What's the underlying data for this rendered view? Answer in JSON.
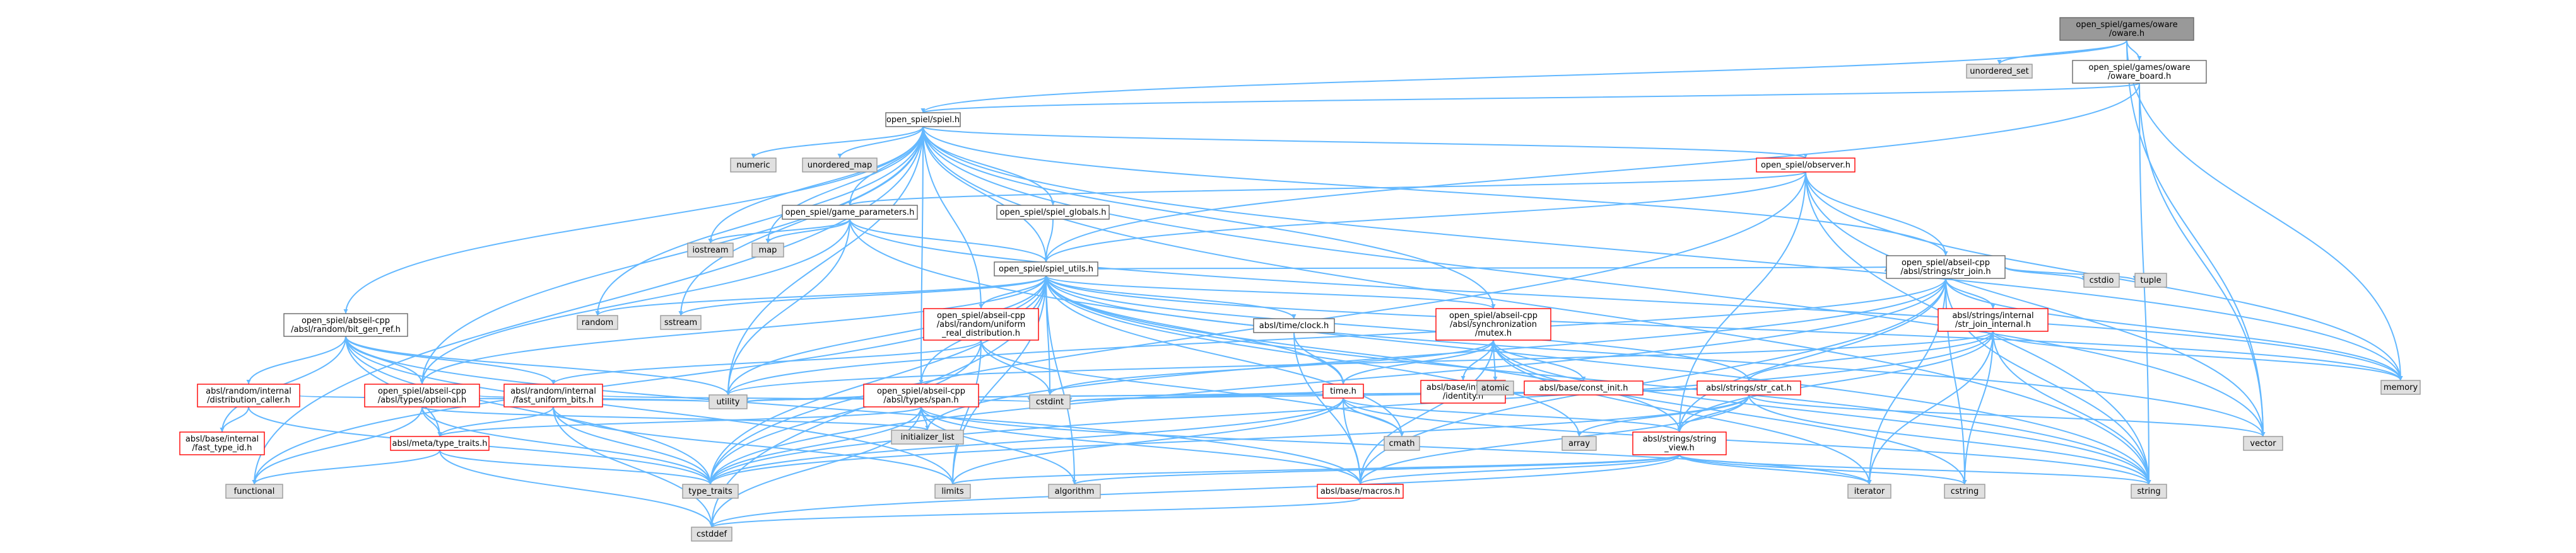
{
  "colors": {
    "edge": "#63b8ff",
    "root_fill": "#999999",
    "root_border": "#666666",
    "external_fill": "#e0e0e0",
    "external_border": "#999999",
    "internal_fill": "#ffffff",
    "internal_border": "#666666",
    "truncated_border": "#ff0000"
  },
  "nodes": [
    {
      "id": "oware_h",
      "style": "root",
      "lines": [
        "open_spiel/games/oware",
        "/oware.h"
      ]
    },
    {
      "id": "unordered_set",
      "style": "external",
      "lines": [
        "unordered_set"
      ]
    },
    {
      "id": "oware_board_h",
      "style": "internal",
      "lines": [
        "open_spiel/games/oware",
        "/oware_board.h"
      ]
    },
    {
      "id": "spiel_h",
      "style": "internal",
      "lines": [
        "open_spiel/spiel.h"
      ]
    },
    {
      "id": "numeric",
      "style": "external",
      "lines": [
        "numeric"
      ]
    },
    {
      "id": "unordered_map",
      "style": "external",
      "lines": [
        "unordered_map"
      ]
    },
    {
      "id": "observer_h",
      "style": "truncated",
      "lines": [
        "open_spiel/observer.h"
      ]
    },
    {
      "id": "game_parameters_h",
      "style": "internal",
      "lines": [
        "open_spiel/game_parameters.h"
      ]
    },
    {
      "id": "spiel_globals_h",
      "style": "internal",
      "lines": [
        "open_spiel/spiel_globals.h"
      ]
    },
    {
      "id": "iostream",
      "style": "external",
      "lines": [
        "iostream"
      ]
    },
    {
      "id": "map",
      "style": "external",
      "lines": [
        "map"
      ]
    },
    {
      "id": "spiel_utils_h",
      "style": "internal",
      "lines": [
        "open_spiel/spiel_utils.h"
      ]
    },
    {
      "id": "str_join_h",
      "style": "internal",
      "lines": [
        "open_spiel/abseil-cpp",
        "/absl/strings/str_join.h"
      ]
    },
    {
      "id": "cstdio",
      "style": "external",
      "lines": [
        "cstdio"
      ]
    },
    {
      "id": "tuple",
      "style": "external",
      "lines": [
        "tuple"
      ]
    },
    {
      "id": "bit_gen_ref_h",
      "style": "internal",
      "lines": [
        "open_spiel/abseil-cpp",
        "/absl/random/bit_gen_ref.h"
      ]
    },
    {
      "id": "random",
      "style": "external",
      "lines": [
        "random"
      ]
    },
    {
      "id": "sstream",
      "style": "external",
      "lines": [
        "sstream"
      ]
    },
    {
      "id": "uniform_real_h",
      "style": "truncated",
      "lines": [
        "open_spiel/abseil-cpp",
        "/absl/random/uniform",
        "_real_distribution.h"
      ]
    },
    {
      "id": "clock_h",
      "style": "internal",
      "lines": [
        "absl/time/clock.h"
      ]
    },
    {
      "id": "mutex_h",
      "style": "truncated",
      "lines": [
        "open_spiel/abseil-cpp",
        "/absl/synchronization",
        "/mutex.h"
      ]
    },
    {
      "id": "str_join_internal_h",
      "style": "truncated",
      "lines": [
        "absl/strings/internal",
        "/str_join_internal.h"
      ]
    },
    {
      "id": "memory",
      "style": "external",
      "lines": [
        "memory"
      ]
    },
    {
      "id": "distribution_caller_h",
      "style": "truncated",
      "lines": [
        "absl/random/internal",
        "/distribution_caller.h"
      ]
    },
    {
      "id": "optional_h",
      "style": "truncated",
      "lines": [
        "open_spiel/abseil-cpp",
        "/absl/types/optional.h"
      ]
    },
    {
      "id": "fast_uniform_bits_h",
      "style": "truncated",
      "lines": [
        "absl/random/internal",
        "/fast_uniform_bits.h"
      ]
    },
    {
      "id": "span_h",
      "style": "truncated",
      "lines": [
        "open_spiel/abseil-cpp",
        "/absl/types/span.h"
      ]
    },
    {
      "id": "time_h",
      "style": "truncated",
      "lines": [
        "time.h"
      ]
    },
    {
      "id": "identity_h",
      "style": "truncated",
      "lines": [
        "absl/base/internal",
        "/identity.h"
      ]
    },
    {
      "id": "atomic",
      "style": "external",
      "lines": [
        "atomic"
      ]
    },
    {
      "id": "const_init_h",
      "style": "truncated",
      "lines": [
        "absl/base/const_init.h"
      ]
    },
    {
      "id": "str_cat_h",
      "style": "truncated",
      "lines": [
        "absl/strings/str_cat.h"
      ]
    },
    {
      "id": "fast_type_id_h",
      "style": "truncated",
      "lines": [
        "absl/base/internal",
        "/fast_type_id.h"
      ]
    },
    {
      "id": "type_traits_h",
      "style": "truncated",
      "lines": [
        "absl/meta/type_traits.h"
      ]
    },
    {
      "id": "utility",
      "style": "external",
      "lines": [
        "utility"
      ]
    },
    {
      "id": "initializer_list",
      "style": "external",
      "lines": [
        "initializer_list"
      ]
    },
    {
      "id": "cstdint",
      "style": "external",
      "lines": [
        "cstdint"
      ]
    },
    {
      "id": "cmath",
      "style": "external",
      "lines": [
        "cmath"
      ]
    },
    {
      "id": "array",
      "style": "external",
      "lines": [
        "array"
      ]
    },
    {
      "id": "string_view_h",
      "style": "truncated",
      "lines": [
        "absl/strings/string",
        "_view.h"
      ]
    },
    {
      "id": "vector",
      "style": "external",
      "lines": [
        "vector"
      ]
    },
    {
      "id": "functional",
      "style": "external",
      "lines": [
        "functional"
      ]
    },
    {
      "id": "type_traits",
      "style": "external",
      "lines": [
        "type_traits"
      ]
    },
    {
      "id": "limits",
      "style": "external",
      "lines": [
        "limits"
      ]
    },
    {
      "id": "algorithm",
      "style": "external",
      "lines": [
        "algorithm"
      ]
    },
    {
      "id": "macros_h",
      "style": "truncated",
      "lines": [
        "absl/base/macros.h"
      ]
    },
    {
      "id": "iterator",
      "style": "external",
      "lines": [
        "iterator"
      ]
    },
    {
      "id": "cstring",
      "style": "external",
      "lines": [
        "cstring"
      ]
    },
    {
      "id": "string",
      "style": "external",
      "lines": [
        "string"
      ]
    },
    {
      "id": "cstddef",
      "style": "external",
      "lines": [
        "cstddef"
      ]
    }
  ],
  "edges": [
    [
      "oware_h",
      "unordered_set"
    ],
    [
      "oware_h",
      "oware_board_h"
    ],
    [
      "oware_h",
      "spiel_h"
    ],
    [
      "oware_h",
      "memory"
    ],
    [
      "oware_h",
      "vector"
    ],
    [
      "oware_board_h",
      "spiel_h"
    ],
    [
      "oware_board_h",
      "spiel_utils_h"
    ],
    [
      "oware_board_h",
      "string"
    ],
    [
      "oware_board_h",
      "vector"
    ],
    [
      "spiel_h",
      "numeric"
    ],
    [
      "spiel_h",
      "unordered_map"
    ],
    [
      "spiel_h",
      "observer_h"
    ],
    [
      "spiel_h",
      "game_parameters_h"
    ],
    [
      "spiel_h",
      "spiel_globals_h"
    ],
    [
      "spiel_h",
      "iostream"
    ],
    [
      "spiel_h",
      "map"
    ],
    [
      "spiel_h",
      "spiel_utils_h"
    ],
    [
      "spiel_h",
      "str_join_h"
    ],
    [
      "spiel_h",
      "bit_gen_ref_h"
    ],
    [
      "spiel_h",
      "random"
    ],
    [
      "spiel_h",
      "sstream"
    ],
    [
      "spiel_h",
      "uniform_real_h"
    ],
    [
      "spiel_h",
      "mutex_h"
    ],
    [
      "spiel_h",
      "optional_h"
    ],
    [
      "spiel_h",
      "span_h"
    ],
    [
      "spiel_h",
      "utility"
    ],
    [
      "spiel_h",
      "functional"
    ],
    [
      "spiel_h",
      "memory"
    ],
    [
      "spiel_h",
      "string"
    ],
    [
      "spiel_h",
      "vector"
    ],
    [
      "observer_h",
      "game_parameters_h"
    ],
    [
      "observer_h",
      "spiel_utils_h"
    ],
    [
      "observer_h",
      "str_join_h"
    ],
    [
      "observer_h",
      "string_view_h"
    ],
    [
      "observer_h",
      "memory"
    ],
    [
      "observer_h",
      "string"
    ],
    [
      "observer_h",
      "vector"
    ],
    [
      "observer_h",
      "type_traits"
    ],
    [
      "game_parameters_h",
      "iostream"
    ],
    [
      "game_parameters_h",
      "map"
    ],
    [
      "game_parameters_h",
      "spiel_utils_h"
    ],
    [
      "game_parameters_h",
      "string"
    ],
    [
      "game_parameters_h",
      "memory"
    ],
    [
      "game_parameters_h",
      "optional_h"
    ],
    [
      "game_parameters_h",
      "utility"
    ],
    [
      "spiel_globals_h",
      "spiel_utils_h"
    ],
    [
      "spiel_utils_h",
      "random"
    ],
    [
      "spiel_utils_h",
      "sstream"
    ],
    [
      "spiel_utils_h",
      "uniform_real_h"
    ],
    [
      "spiel_utils_h",
      "clock_h"
    ],
    [
      "spiel_utils_h",
      "mutex_h"
    ],
    [
      "spiel_utils_h",
      "str_cat_h"
    ],
    [
      "spiel_utils_h",
      "optional_h"
    ],
    [
      "spiel_utils_h",
      "span_h"
    ],
    [
      "spiel_utils_h",
      "time_h"
    ],
    [
      "spiel_utils_h",
      "str_join_h"
    ],
    [
      "spiel_utils_h",
      "cstdint"
    ],
    [
      "spiel_utils_h",
      "cmath"
    ],
    [
      "spiel_utils_h",
      "array"
    ],
    [
      "spiel_utils_h",
      "algorithm"
    ],
    [
      "spiel_utils_h",
      "cstddef"
    ],
    [
      "spiel_utils_h",
      "functional"
    ],
    [
      "spiel_utils_h",
      "memory"
    ],
    [
      "spiel_utils_h",
      "string"
    ],
    [
      "spiel_utils_h",
      "vector"
    ],
    [
      "spiel_utils_h",
      "utility"
    ],
    [
      "spiel_utils_h",
      "type_traits"
    ],
    [
      "spiel_utils_h",
      "limits"
    ],
    [
      "spiel_utils_h",
      "string_view_h"
    ],
    [
      "str_join_h",
      "cstdio"
    ],
    [
      "str_join_h",
      "tuple"
    ],
    [
      "str_join_h",
      "str_join_internal_h"
    ],
    [
      "str_join_h",
      "string_view_h"
    ],
    [
      "str_join_h",
      "macros_h"
    ],
    [
      "str_join_h",
      "cstring"
    ],
    [
      "str_join_h",
      "iterator"
    ],
    [
      "str_join_h",
      "string"
    ],
    [
      "str_join_h",
      "type_traits"
    ],
    [
      "str_join_h",
      "utility"
    ],
    [
      "str_join_h",
      "initializer_list"
    ],
    [
      "str_join_h",
      "memory"
    ],
    [
      "bit_gen_ref_h",
      "distribution_caller_h"
    ],
    [
      "bit_gen_ref_h",
      "fast_uniform_bits_h"
    ],
    [
      "bit_gen_ref_h",
      "type_traits_h"
    ],
    [
      "bit_gen_ref_h",
      "fast_type_id_h"
    ],
    [
      "bit_gen_ref_h",
      "macros_h"
    ],
    [
      "bit_gen_ref_h",
      "limits"
    ],
    [
      "bit_gen_ref_h",
      "type_traits"
    ],
    [
      "bit_gen_ref_h",
      "utility"
    ],
    [
      "bit_gen_ref_h",
      "optional_h"
    ],
    [
      "uniform_real_h",
      "fast_uniform_bits_h"
    ],
    [
      "uniform_real_h",
      "type_traits"
    ],
    [
      "uniform_real_h",
      "limits"
    ],
    [
      "uniform_real_h",
      "cmath"
    ],
    [
      "uniform_real_h",
      "cstdint"
    ],
    [
      "clock_h",
      "time_h"
    ],
    [
      "clock_h",
      "macros_h"
    ],
    [
      "mutex_h",
      "identity_h"
    ],
    [
      "mutex_h",
      "atomic"
    ],
    [
      "mutex_h",
      "const_init_h"
    ],
    [
      "mutex_h",
      "time_h"
    ],
    [
      "mutex_h",
      "macros_h"
    ],
    [
      "mutex_h",
      "cstdint"
    ],
    [
      "mutex_h",
      "cstring"
    ],
    [
      "mutex_h",
      "iterator"
    ],
    [
      "mutex_h",
      "string"
    ],
    [
      "str_join_internal_h",
      "str_cat_h"
    ],
    [
      "str_join_internal_h",
      "string_view_h"
    ],
    [
      "str_join_internal_h",
      "cstring"
    ],
    [
      "str_join_internal_h",
      "iterator"
    ],
    [
      "str_join_internal_h",
      "memory"
    ],
    [
      "str_join_internal_h",
      "string"
    ],
    [
      "str_join_internal_h",
      "type_traits"
    ],
    [
      "str_join_internal_h",
      "utility"
    ],
    [
      "distribution_caller_h",
      "fast_type_id_h"
    ],
    [
      "distribution_caller_h",
      "utility"
    ],
    [
      "distribution_caller_h",
      "type_traits"
    ],
    [
      "optional_h",
      "type_traits_h"
    ],
    [
      "optional_h",
      "utility"
    ],
    [
      "optional_h",
      "functional"
    ],
    [
      "optional_h",
      "initializer_list"
    ],
    [
      "optional_h",
      "type_traits"
    ],
    [
      "fast_uniform_bits_h",
      "type_traits_h"
    ],
    [
      "fast_uniform_bits_h",
      "cstddef"
    ],
    [
      "fast_uniform_bits_h",
      "cstdint"
    ],
    [
      "fast_uniform_bits_h",
      "limits"
    ],
    [
      "fast_uniform_bits_h",
      "type_traits"
    ],
    [
      "span_h",
      "macros_h"
    ],
    [
      "span_h",
      "type_traits_h"
    ],
    [
      "span_h",
      "algorithm"
    ],
    [
      "span_h",
      "cstddef"
    ],
    [
      "span_h",
      "initializer_list"
    ],
    [
      "span_h",
      "iterator"
    ],
    [
      "span_h",
      "type_traits"
    ],
    [
      "span_h",
      "utility"
    ],
    [
      "time_h",
      "cmath"
    ],
    [
      "time_h",
      "cstdint"
    ],
    [
      "time_h",
      "string"
    ],
    [
      "time_h",
      "string_view_h"
    ],
    [
      "time_h",
      "type_traits"
    ],
    [
      "time_h",
      "utility"
    ],
    [
      "time_h",
      "limits"
    ],
    [
      "time_h",
      "macros_h"
    ],
    [
      "str_cat_h",
      "array"
    ],
    [
      "str_cat_h",
      "cstdint"
    ],
    [
      "str_cat_h",
      "string"
    ],
    [
      "str_cat_h",
      "type_traits"
    ],
    [
      "str_cat_h",
      "utility"
    ],
    [
      "str_cat_h",
      "vector"
    ],
    [
      "str_cat_h",
      "string_view_h"
    ],
    [
      "str_cat_h",
      "macros_h"
    ],
    [
      "type_traits_h",
      "cstddef"
    ],
    [
      "type_traits_h",
      "functional"
    ],
    [
      "type_traits_h",
      "type_traits"
    ],
    [
      "string_view_h",
      "algorithm"
    ],
    [
      "string_view_h",
      "cstddef"
    ],
    [
      "string_view_h",
      "cstring"
    ],
    [
      "string_view_h",
      "iterator"
    ],
    [
      "string_view_h",
      "limits"
    ],
    [
      "string_view_h",
      "string"
    ],
    [
      "string_view_h",
      "macros_h"
    ],
    [
      "macros_h",
      "cstddef"
    ]
  ]
}
